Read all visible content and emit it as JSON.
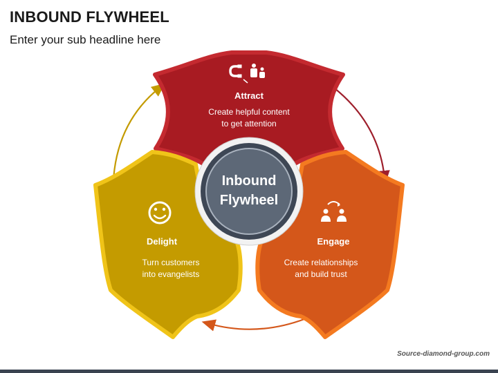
{
  "header": {
    "title": "INBOUND FLYWHEEL",
    "subtitle": "Enter your sub headline here"
  },
  "hub": {
    "line1": "Inbound",
    "line2": "Flywheel",
    "color": "#5d6877"
  },
  "segments": [
    {
      "key": "attract",
      "title": "Attract",
      "desc1": "Create helpful content",
      "desc2": "to get attention",
      "icon": "magnet-people-icon",
      "color": "#a81b22",
      "border": "#c42a30"
    },
    {
      "key": "engage",
      "title": "Engage",
      "desc1": "Create relationships",
      "desc2": "and build trust",
      "icon": "people-exchange-icon",
      "color": "#d4571a",
      "border": "#f47a20"
    },
    {
      "key": "delight",
      "title": "Delight",
      "desc1": "Turn customers",
      "desc2": "into evangelists",
      "icon": "smiley-face-icon",
      "color": "#c49b00",
      "border": "#f0c419"
    }
  ],
  "arrows": {
    "attract_to_engage": "#9e1f2c",
    "engage_to_delight": "#d4571a",
    "delight_to_attract": "#c49b00"
  },
  "footer": {
    "source": "Source-diamond-group.com"
  }
}
